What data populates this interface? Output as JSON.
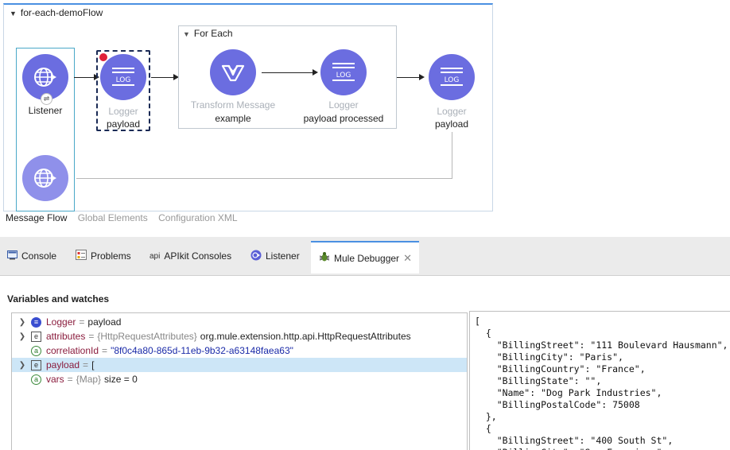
{
  "flow": {
    "name": "for-each-demoFlow",
    "source": {
      "label": "Listener"
    },
    "logger1": {
      "type": "Logger",
      "name": "payload"
    },
    "foreach": {
      "title": "For Each"
    },
    "transform": {
      "type": "Transform Message",
      "name": "example"
    },
    "logger2": {
      "type": "Logger",
      "name": "payload processed"
    },
    "logger3": {
      "type": "Logger",
      "name": "payload"
    }
  },
  "canvas_tabs": [
    "Message Flow",
    "Global Elements",
    "Configuration XML"
  ],
  "panel_tabs": {
    "console": "Console",
    "problems": "Problems",
    "apikit": "APIkit Consoles",
    "apikit_prefix": "api",
    "listener": "Listener",
    "debugger": "Mule Debugger"
  },
  "debugger": {
    "section_title": "Variables and watches",
    "rows": [
      {
        "name": "Logger",
        "eq": "=",
        "type": "",
        "value": "payload"
      },
      {
        "name": "attributes",
        "eq": "=",
        "type": "{HttpRequestAttributes}",
        "value": "org.mule.extension.http.api.HttpRequestAttributes"
      },
      {
        "name": "correlationId",
        "eq": "=",
        "type": "",
        "value": "\"8f0c4a80-865d-11eb-9b32-a63148faea63\""
      },
      {
        "name": "payload",
        "eq": "=",
        "type": "",
        "value": "["
      },
      {
        "name": "vars",
        "eq": "=",
        "type": "{Map}",
        "value": "size = 0"
      }
    ],
    "json_text": "[\n  {\n    \"BillingStreet\": \"111 Boulevard Hausmann\",\n    \"BillingCity\": \"Paris\",\n    \"BillingCountry\": \"France\",\n    \"BillingState\": \"\",\n    \"Name\": \"Dog Park Industries\",\n    \"BillingPostalCode\": 75008\n  },\n  {\n    \"BillingStreet\": \"400 South St\",\n    \"BillingCity\": \"San Francisco\","
  },
  "colors": {
    "node": "#6b6de0",
    "accent": "#4a90e2",
    "error": "#e0213a",
    "selection": "#cde6f7"
  }
}
